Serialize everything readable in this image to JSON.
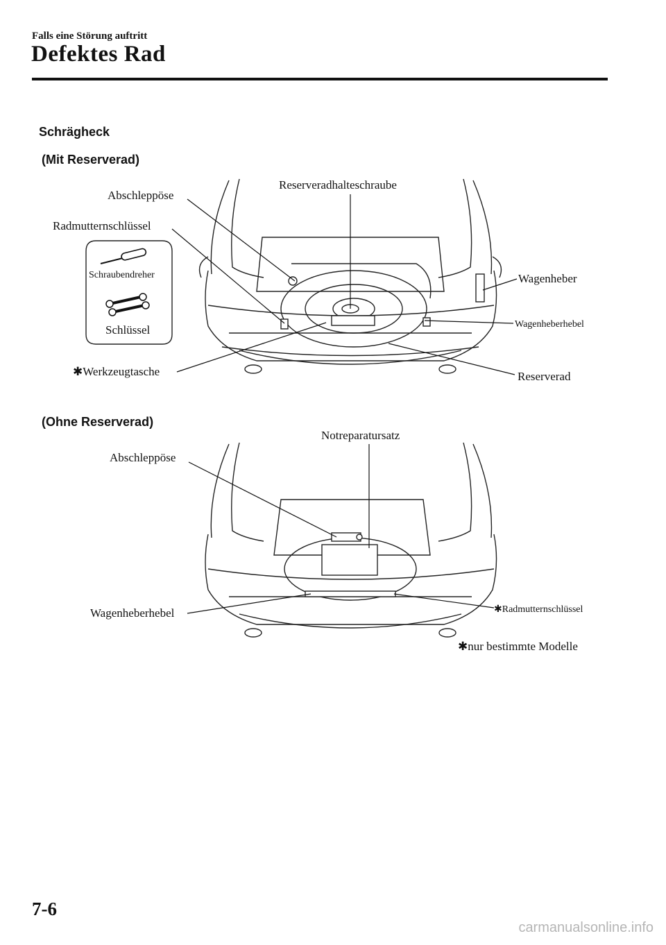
{
  "header": {
    "section": "Falls eine Störung auftritt",
    "title": "Defektes Rad"
  },
  "subsection": "Schrägheck",
  "figure_with_spare": {
    "heading": "(Mit Reserverad)",
    "labels": {
      "tow_hook": "Abschleppöse",
      "spare_bolt": "Reserveradhalteschraube",
      "lug_wrench": "Radmutternschlüssel",
      "screwdriver": "Schraubendreher",
      "wrench": "Schlüssel",
      "jack": "Wagenheber",
      "jack_lever": "Wagenheberhebel",
      "tool_bag": "Werkzeugtasche",
      "spare_tire": "Reserverad"
    }
  },
  "figure_without_spare": {
    "heading": "(Ohne Reserverad)",
    "labels": {
      "repair_kit": "Notreparatursatz",
      "tow_hook": "Abschleppöse",
      "jack_lever": "Wagenheberhebel",
      "lug_wrench": "Radmutternschlüssel",
      "footnote": "nur bestimmte Modelle"
    }
  },
  "footer": {
    "page_number": "7-6",
    "watermark": "carmanualsonline.info"
  },
  "icons": {
    "asterisk": "asterisk-icon",
    "screwdriver": "screwdriver-icon",
    "wrench": "wrench-icon"
  }
}
